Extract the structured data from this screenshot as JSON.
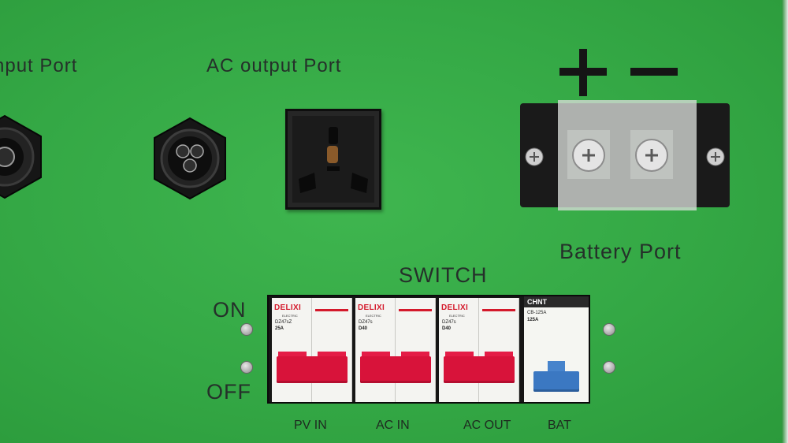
{
  "labels": {
    "input_port": "nput  Port",
    "ac_output_port": "AC  output  Port",
    "battery_port": "Battery  Port",
    "switch": "SWITCH",
    "on": "ON",
    "off": "OFF"
  },
  "terminal_signs": {
    "plus": "+",
    "minus": "−"
  },
  "breakers": [
    {
      "brand": "DELIXI",
      "brand_sub": "ELECTRIC",
      "model": "DZ47sZ",
      "rating": "25A",
      "label": "PV IN"
    },
    {
      "brand": "DELIXI",
      "brand_sub": "ELECTRIC",
      "model": "DZ47s",
      "rating": "D40",
      "label": "AC IN"
    },
    {
      "brand": "DELIXI",
      "brand_sub": "ELECTRIC",
      "model": "DZ47s",
      "rating": "D40",
      "label": "AC OUT"
    },
    {
      "brand": "CHNT",
      "model": "CB-125A",
      "rating": "125A",
      "label": "BAT"
    }
  ],
  "colors": {
    "panel_green": "#34a845",
    "breaker_red": "#d8133a",
    "breaker_blue": "#3b78c2",
    "brand_red": "#d4192b"
  }
}
